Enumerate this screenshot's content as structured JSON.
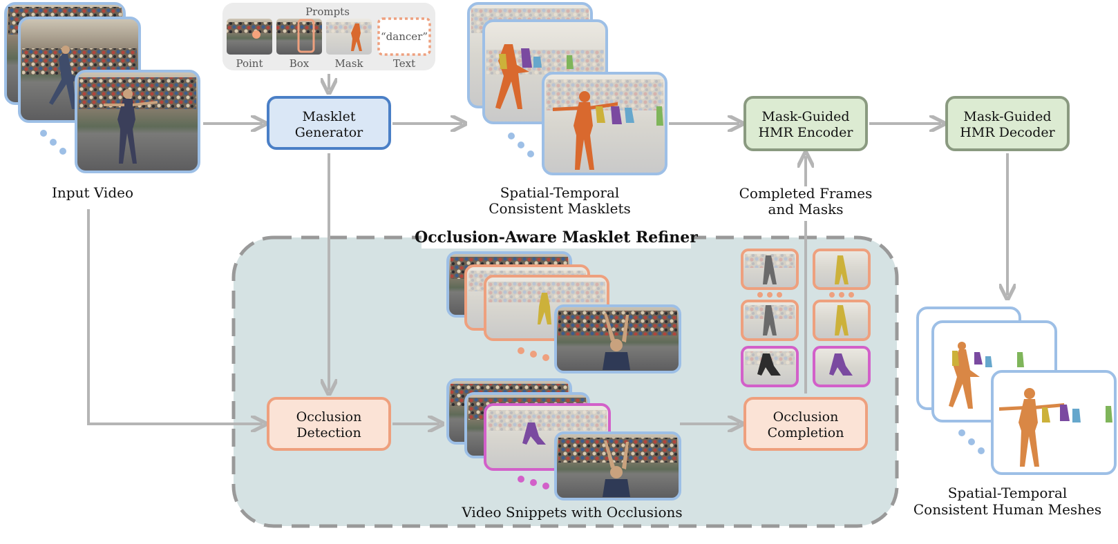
{
  "colors": {
    "arrow": "#b5b5b5",
    "blue_frame": "#9dbfe6",
    "masklet_generator_fill": "#dae7f6",
    "masklet_generator_stroke": "#4a7fc6",
    "orange_fill": "#fbe3d6",
    "orange_stroke": "#eea07e",
    "green_fill": "#dcebd2",
    "green_stroke": "#8a9a80",
    "refiner_bg": "#d5e2e3",
    "refiner_border": "#999999",
    "magenta": "#d260c9",
    "person_orange": "#d9692e",
    "person_yellow": "#ccb13a",
    "person_purple": "#7a4aa0",
    "person_cyan": "#66a7cc",
    "person_green": "#7fb55a"
  },
  "labels": {
    "input_video": "Input Video",
    "prompts": "Prompts",
    "prompt_point": "Point",
    "prompt_box": "Box",
    "prompt_mask": "Mask",
    "prompt_text": "Text",
    "prompt_text_value": "“dancer”",
    "masklets_line1": "Spatial-Temporal",
    "masklets_line2": "Consistent Masklets",
    "completed_line1": "Completed Frames",
    "completed_line2": "and Masks",
    "refiner_title": "Occlusion-Aware Masklet Refiner",
    "snippets": "Video Snippets with Occlusions",
    "meshes_line1": "Spatial-Temporal",
    "meshes_line2": "Consistent Human Meshes"
  },
  "boxes": {
    "masklet_generator": {
      "line1": "Masklet",
      "line2": "Generator"
    },
    "occlusion_detection": {
      "line1": "Occlusion",
      "line2": "Detection"
    },
    "occlusion_completion": {
      "line1": "Occlusion",
      "line2": "Completion"
    },
    "hmr_encoder": {
      "line1": "Mask-Guided",
      "line2": "HMR Encoder"
    },
    "hmr_decoder": {
      "line1": "Mask-Guided",
      "line2": "HMR Decoder"
    }
  }
}
